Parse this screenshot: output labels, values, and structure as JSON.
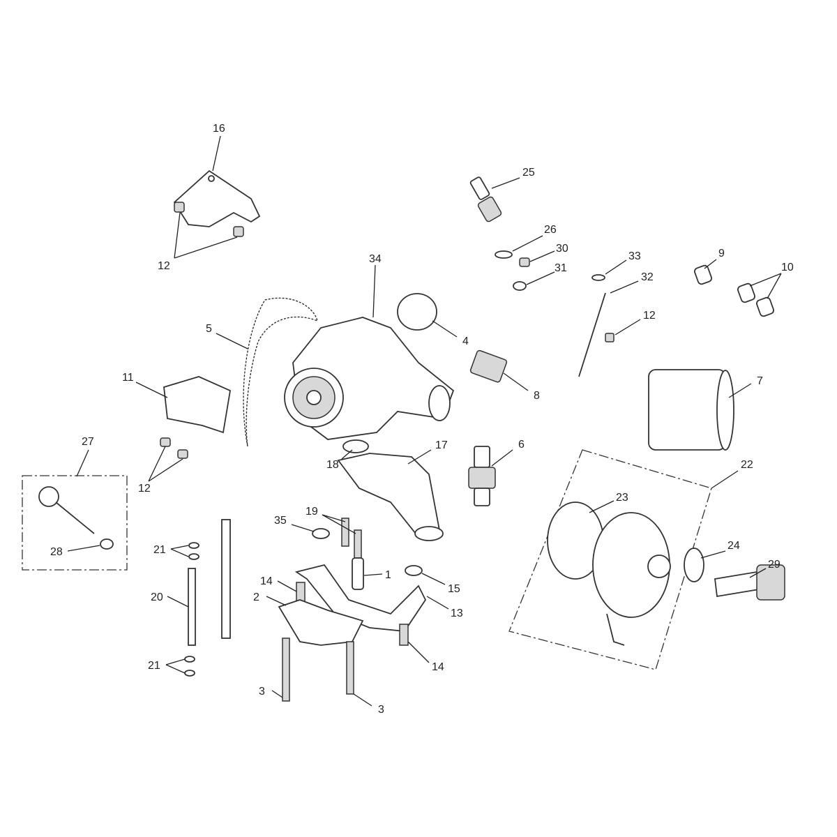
{
  "title": "Oil pump, cooler and filter exploded parts diagram",
  "callouts": [
    "16",
    "12",
    "25",
    "26",
    "30",
    "31",
    "34",
    "33",
    "32",
    "9",
    "10",
    "12",
    "4",
    "5",
    "8",
    "7",
    "11",
    "27",
    "17",
    "6",
    "22",
    "18",
    "12",
    "23",
    "19",
    "35",
    "28",
    "21",
    "24",
    "29",
    "14",
    "1",
    "15",
    "20",
    "2",
    "13",
    "14",
    "21",
    "3",
    "3"
  ]
}
